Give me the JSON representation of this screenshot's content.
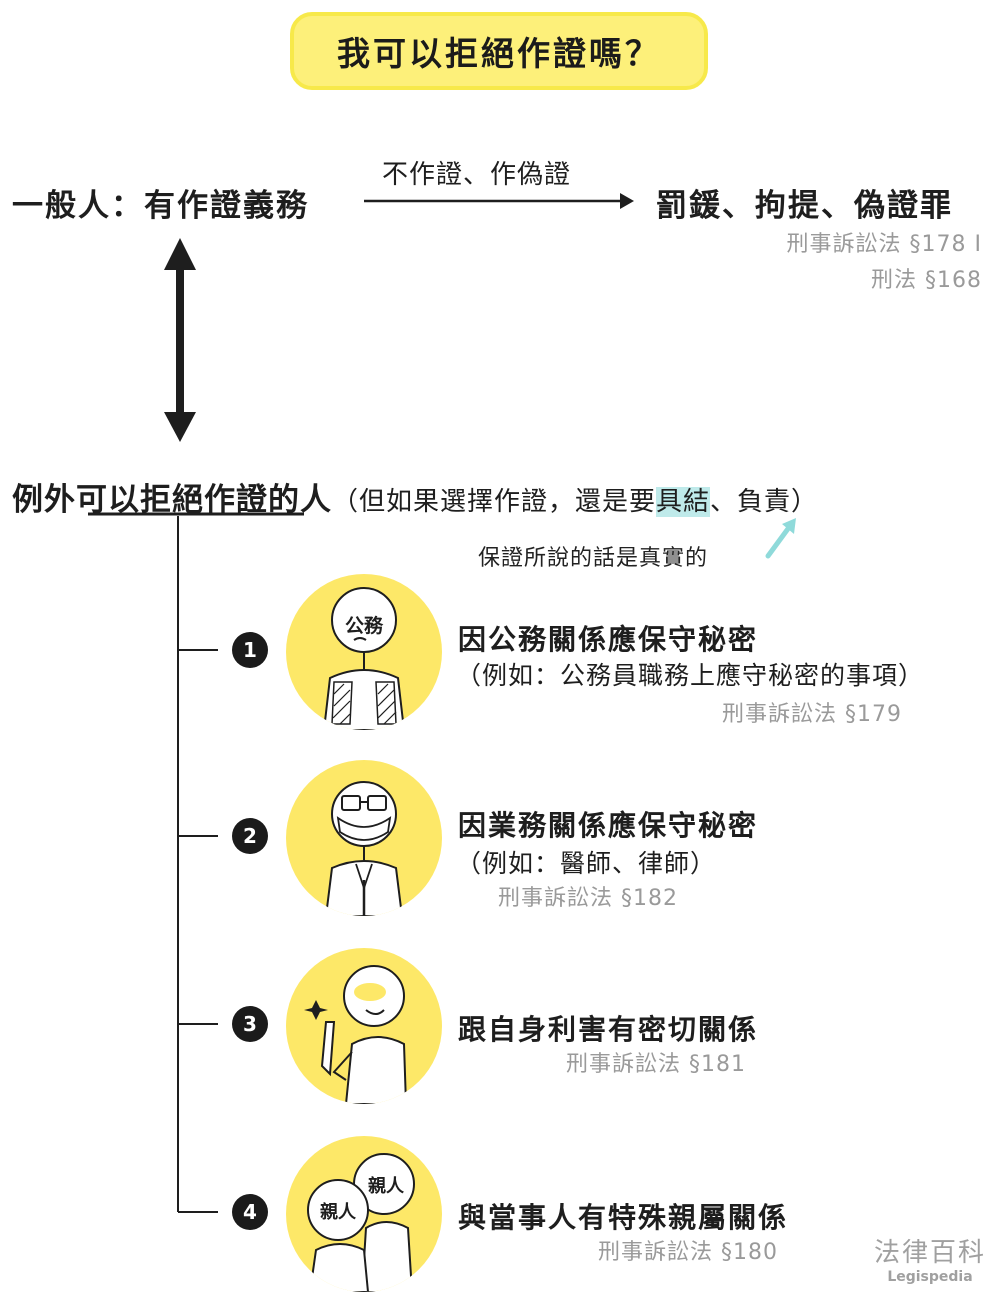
{
  "title": "我可以拒絕作證嗎？",
  "general": {
    "left": "一般人：有作證義務",
    "arrow_label": "不作證、作偽證",
    "right": "罰鍰、拘提、偽證罪",
    "refs": [
      "刑事訴訟法 §178 I",
      "刑法 §168"
    ]
  },
  "exception": {
    "heading_prefix": "例外",
    "heading_underlined": "可以拒絕作證",
    "heading_suffix": "的人",
    "paren_before": "（但如果選擇作證，還是要",
    "paren_highlight": "具結",
    "paren_after": "、負責）",
    "note": "保證所說的話是真實的"
  },
  "items": [
    {
      "num": "1",
      "title": "因公務關係應保守秘密",
      "example": "（例如：公務員職務上應守秘密的事項）",
      "ref": "刑事訴訟法 §179",
      "icon_label": "公務"
    },
    {
      "num": "2",
      "title": "因業務關係應保守秘密",
      "example": "（例如：醫師、律師）",
      "ref": "刑事訴訟法 §182"
    },
    {
      "num": "3",
      "title": "跟自身利害有密切關係",
      "example": "",
      "ref": "刑事訴訟法 §181"
    },
    {
      "num": "4",
      "title": "與當事人有特殊親屬關係",
      "example": "",
      "ref": "刑事訴訟法 §180",
      "icon_labels": [
        "親人",
        "親人"
      ]
    }
  ],
  "brand": {
    "name": "法律百科",
    "sub": "Legispedia"
  },
  "colors": {
    "yellow": "#fde868",
    "title_bg": "#fdf07a",
    "highlight": "#bfeaea",
    "ref_gray": "#9a9a9a"
  }
}
